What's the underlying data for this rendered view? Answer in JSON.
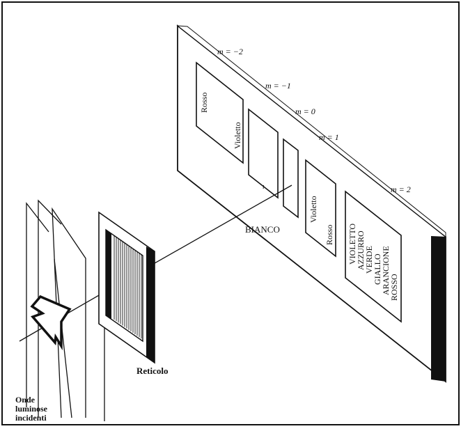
{
  "colors": {
    "ink": "#111111",
    "paper": "#ffffff"
  },
  "orders": {
    "m_minus_2": "m = −2",
    "m_minus_1": "m = −1",
    "m_0": "m = 0",
    "m_1": "m = 1",
    "m_2": "m = 2"
  },
  "spectra": {
    "first_neg": {
      "red": "Rosso",
      "violet": "Violetto"
    },
    "first_pos": {
      "violet": "Violetto",
      "red": "Rosso"
    },
    "second_pos": [
      "VIOLETTO",
      "AZZURRO",
      "VERDE",
      "GIALLO",
      "ARANCIONE",
      "ROSSO"
    ]
  },
  "labels": {
    "white": "BIANCO",
    "grating": "Reticolo",
    "incident_line1": "Onde",
    "incident_line2": "luminose",
    "incident_line3": "incidenti"
  }
}
